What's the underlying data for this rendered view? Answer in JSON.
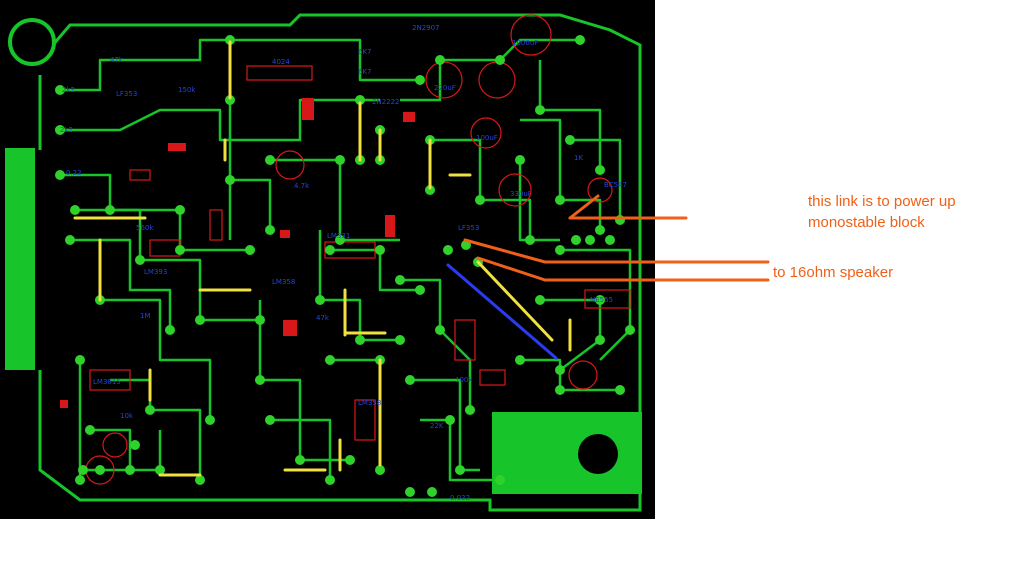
{
  "annotations": {
    "link_line1": "this link is to power up",
    "link_line2": "monostable block",
    "speaker": "to 16ohm speaker"
  },
  "board": {
    "component_labels": [
      "47k",
      "2k2",
      "2k2",
      "6K7",
      "6K7",
      "LM331",
      "LM358",
      "LM393",
      "LM358",
      "LM3815",
      "NE555",
      "BC547",
      "2N2222",
      "2N2907",
      "4024",
      "1000uF",
      "220uF",
      "100uF",
      "4.7k",
      "10k",
      "100k",
      "150k",
      "560k",
      "1M",
      "0.22",
      "0.022",
      "1K",
      "22K",
      "330uF",
      "47k",
      "LF353",
      "LF353"
    ]
  },
  "colors": {
    "board_bg": "#000000",
    "trace": "#17c42a",
    "pad": "#2ed22a",
    "component_outline": "#d81818",
    "silkscreen_text": "#2244dd",
    "jumper": "#f0e040",
    "blue_wire": "#2a3cf0",
    "annotation": "#f06018"
  }
}
